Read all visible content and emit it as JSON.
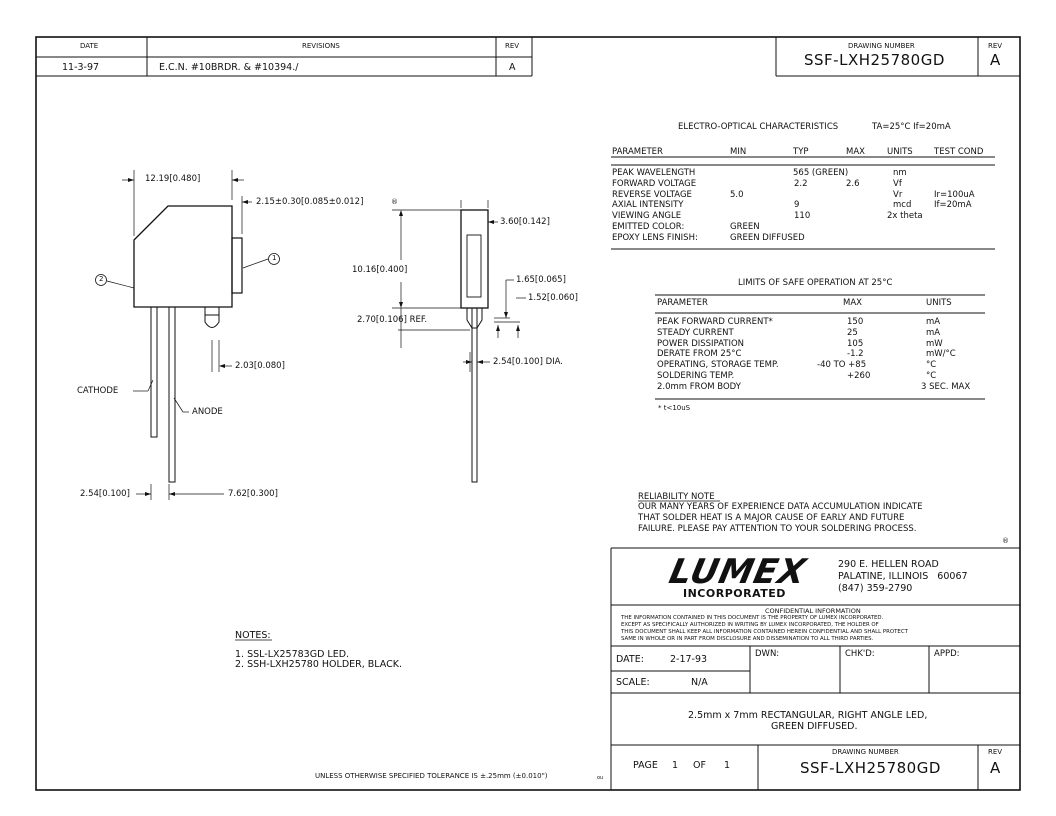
{
  "header": {
    "col_date": "DATE",
    "col_revisions": "REVISIONS",
    "col_rev": "REV",
    "row_date": "11-3-97",
    "row_revision": "E.C.N. #10BRDR. & #10394./",
    "row_rev": "A",
    "drawing_number_label": "DRAWING NUMBER",
    "drawing_number": "SSF-LXH25780GD",
    "rev_label": "REV",
    "rev_value": "A"
  },
  "dimensions": {
    "d1": "12.19[0.480]",
    "d2": "2.15±0.30[0.085±0.012]",
    "d2_mark": "®",
    "d3": "3.60[0.142]",
    "d4": "10.16[0.400]",
    "d5": "1.65[0.065]",
    "d6": "1.52[0.060]",
    "d7": "2.70[0.106] REF.",
    "d8": "2.03[0.080]",
    "d9": "2.54[0.100] DIA.",
    "d10": "2.54[0.100]",
    "d11": "7.62[0.300]",
    "callout_1": "1",
    "callout_2": "2",
    "cathode": "CATHODE",
    "anode": "ANODE"
  },
  "electro_optical": {
    "title": "ELECTRO-OPTICAL CHARACTERISTICS",
    "conditions": "TA=25°C  If=20mA",
    "headers": [
      "PARAMETER",
      "MIN",
      "TYP",
      "MAX",
      "UNITS",
      "TEST COND"
    ],
    "rows": [
      [
        "PEAK WAVELENGTH",
        "",
        "565 (GREEN)",
        "",
        "nm",
        ""
      ],
      [
        "FORWARD VOLTAGE",
        "",
        "2.2",
        "2.6",
        "Vf",
        ""
      ],
      [
        "REVERSE VOLTAGE",
        "5.0",
        "",
        "",
        "Vr",
        "Ir=100uA"
      ],
      [
        "AXIAL INTENSITY",
        "",
        "9",
        "",
        "mcd",
        "If=20mA"
      ],
      [
        "VIEWING ANGLE",
        "",
        "110",
        "",
        "2x theta",
        ""
      ],
      [
        "EMITTED COLOR:",
        "GREEN",
        "",
        "",
        "",
        ""
      ],
      [
        "EPOXY LENS FINISH:",
        "GREEN DIFFUSED",
        "",
        "",
        "",
        ""
      ]
    ]
  },
  "limits": {
    "title": "LIMITS OF SAFE OPERATION AT 25°C",
    "headers": [
      "PARAMETER",
      "MAX",
      "UNITS"
    ],
    "rows": [
      [
        "PEAK FORWARD CURRENT*",
        "150",
        "mA"
      ],
      [
        "STEADY CURRENT",
        "25",
        "mA"
      ],
      [
        "POWER DISSIPATION",
        "105",
        "mW"
      ],
      [
        "DERATE FROM 25°C",
        "-1.2",
        "mW/°C"
      ],
      [
        "OPERATING, STORAGE TEMP.",
        "-40 TO +85",
        "°C"
      ],
      [
        "SOLDERING TEMP.",
        "+260",
        "°C"
      ],
      [
        "2.0mm FROM BODY",
        "",
        "3 SEC. MAX"
      ]
    ],
    "footnote": "* t<10uS"
  },
  "reliability": {
    "title": "RELIABILITY NOTE",
    "lines": [
      "OUR MANY YEARS OF EXPERIENCE DATA ACCUMULATION INDICATE",
      "THAT SOLDER HEAT IS A MAJOR CAUSE OF EARLY AND FUTURE",
      "FAILURE. PLEASE PAY ATTENTION TO YOUR SOLDERING PROCESS."
    ],
    "mark": "®"
  },
  "company": {
    "logo": "LUMEX",
    "logo_sub": "INCORPORATED",
    "address_lines": [
      "290 E. HELLEN ROAD",
      "PALATINE, ILLINOIS   60067",
      "(847) 359-2790"
    ]
  },
  "confidential": {
    "title": "CONFIDENTIAL INFORMATION",
    "lines": [
      "THE INFORMATION CONTAINED IN THIS DOCUMENT IS THE PROPERTY OF LUMEX INCORPORATED.",
      "EXCEPT AS SPECIFICALLY AUTHORIZED IN WRITING BY LUMEX INCORPORATED, THE HOLDER OF",
      "THIS DOCUMENT SHALL KEEP ALL INFORMATION CONTAINED HEREIN CONFIDENTIAL AND SHALL PROTECT",
      "SAME IN WHOLE OR IN PART FROM DISCLOSURE AND DISSEMINATION TO ALL THIRD PARTIES."
    ]
  },
  "titleblock": {
    "date_label": "DATE:",
    "date_value": "2-17-93",
    "dwn_label": "DWN:",
    "chkd_label": "CHK'D:",
    "appd_label": "APPD:",
    "scale_label": "SCALE:",
    "scale_value": "N/A",
    "desc_line1": "2.5mm x 7mm RECTANGULAR, RIGHT ANGLE LED,",
    "desc_line2": "GREEN DIFFUSED.",
    "page_label": "PAGE",
    "page_num": "1",
    "of_label": "OF",
    "page_total": "1",
    "drawing_number_label": "DRAWING NUMBER",
    "drawing_number": "SSF-LXH25780GD",
    "rev_label": "REV",
    "rev_value": "A"
  },
  "notes": {
    "title": "NOTES:",
    "items": [
      "1. SSL-LX25783GD LED.",
      "2. SSH-LXH25780 HOLDER, BLACK."
    ]
  },
  "footer": {
    "tolerance": "UNLESS OTHERWISE SPECIFIED TOLERANCE IS ±.25mm (±0.010\")",
    "mark": "ou"
  }
}
